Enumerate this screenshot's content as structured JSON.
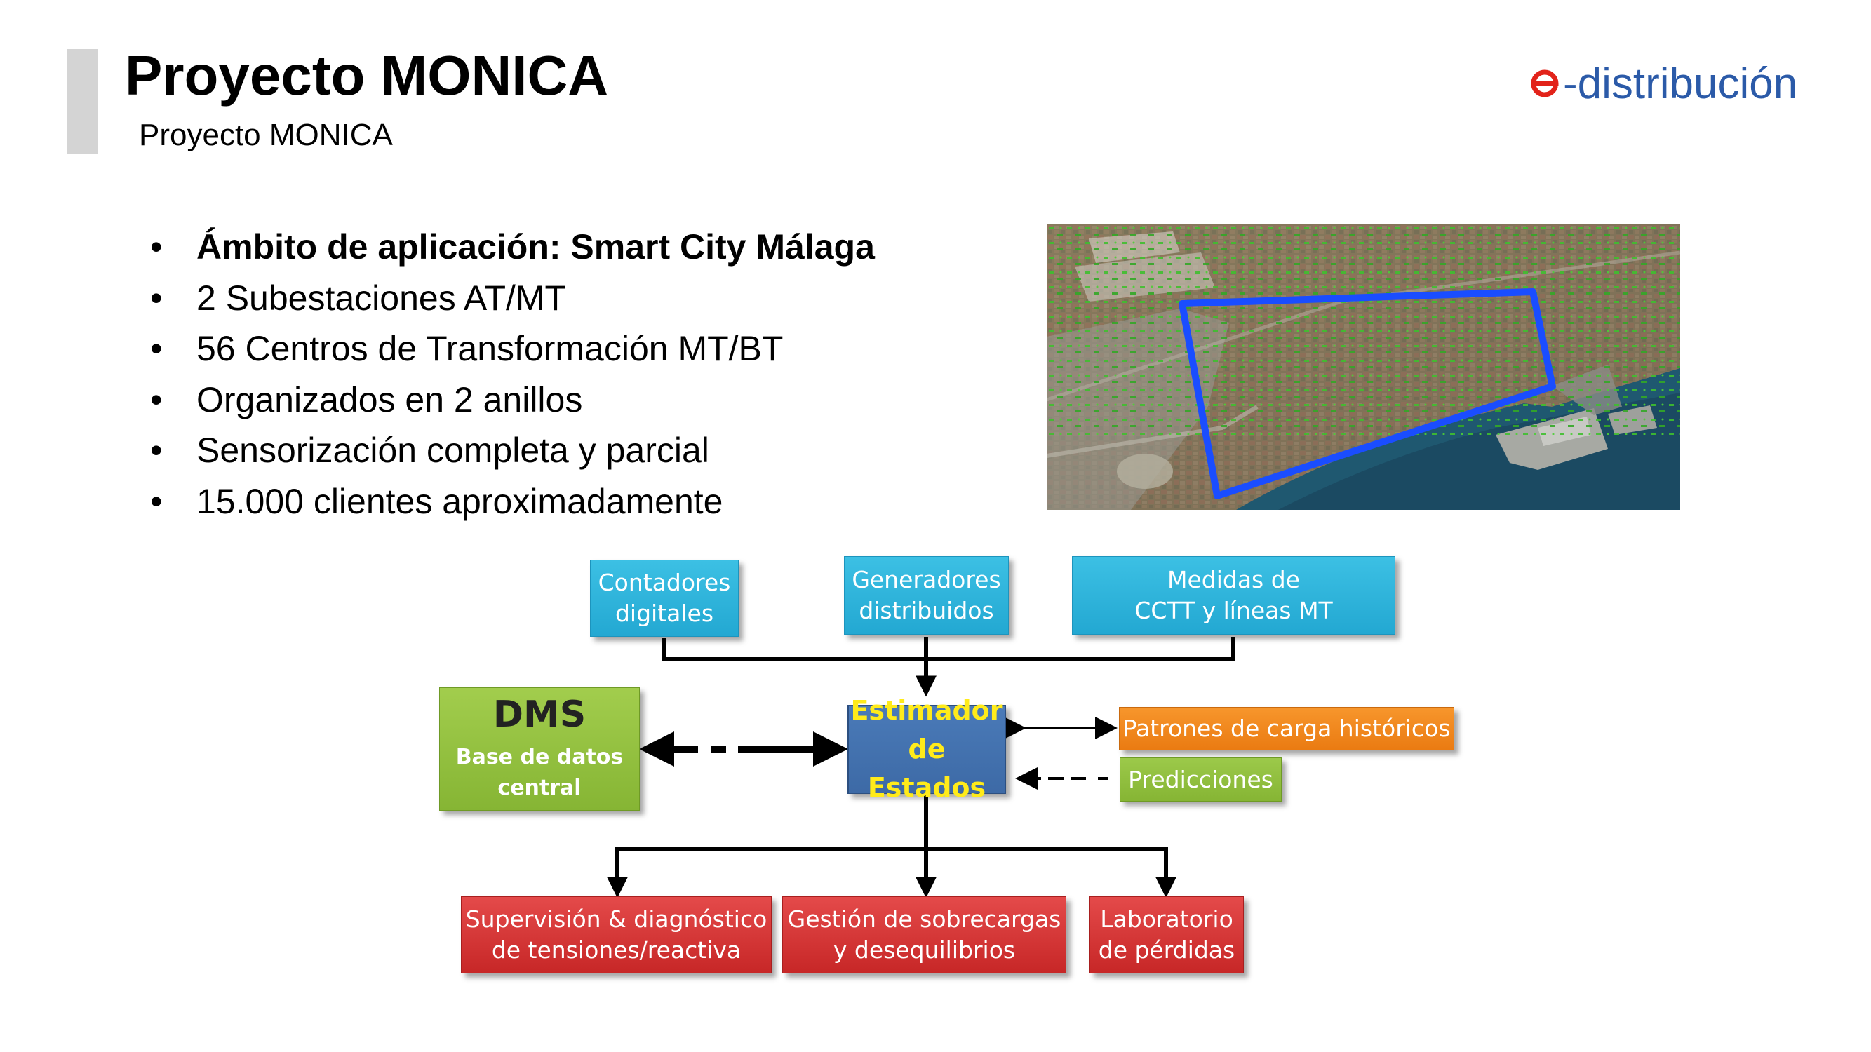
{
  "header": {
    "title": "Proyecto MONICA",
    "subtitle": "Proyecto MONICA",
    "logo_text": "-distribución",
    "logo_color": "#e2231a"
  },
  "bullets": [
    {
      "text": "Ámbito de aplicación: Smart City Málaga",
      "bold": true
    },
    {
      "text": "2 Subestaciones AT/MT",
      "bold": false
    },
    {
      "text": "56 Centros de Transformación MT/BT",
      "bold": false
    },
    {
      "text": "Organizados en 2 anillos",
      "bold": false
    },
    {
      "text": "Sensorización completa y parcial",
      "bold": false
    },
    {
      "text": "15.000 clientes aproximadamente",
      "bold": false
    }
  ],
  "bullet_char": "•",
  "map": {
    "outline_color": "#1a4dff"
  },
  "diagram": {
    "inputs": {
      "contadores": [
        "Contadores",
        "digitales"
      ],
      "generadores": [
        "Generadores",
        "distribuidos"
      ],
      "medidas": [
        "Medidas de",
        "CCTT y líneas MT"
      ]
    },
    "dms": {
      "title": "DMS",
      "sub": [
        "Base de datos",
        "central"
      ]
    },
    "estimador": [
      "Estimador",
      "de Estados"
    ],
    "patrones": "Patrones de carga históricos",
    "predicciones": "Predicciones",
    "outputs": {
      "supervision": [
        "Supervisión & diagnóstico",
        "de tensiones/reactiva"
      ],
      "gestion": [
        "Gestión de sobrecargas",
        "y desequilibrios"
      ],
      "laboratorio": [
        "Laboratorio",
        "de pérdidas"
      ]
    },
    "colors": {
      "input": "#2bb3dc",
      "dms": "#8dbb3c",
      "estimador": "#4170ae",
      "estimador_text": "#ffeb1a",
      "patrones": "#f18a1e",
      "predicciones": "#8dbb3c",
      "output": "#d63333"
    }
  }
}
